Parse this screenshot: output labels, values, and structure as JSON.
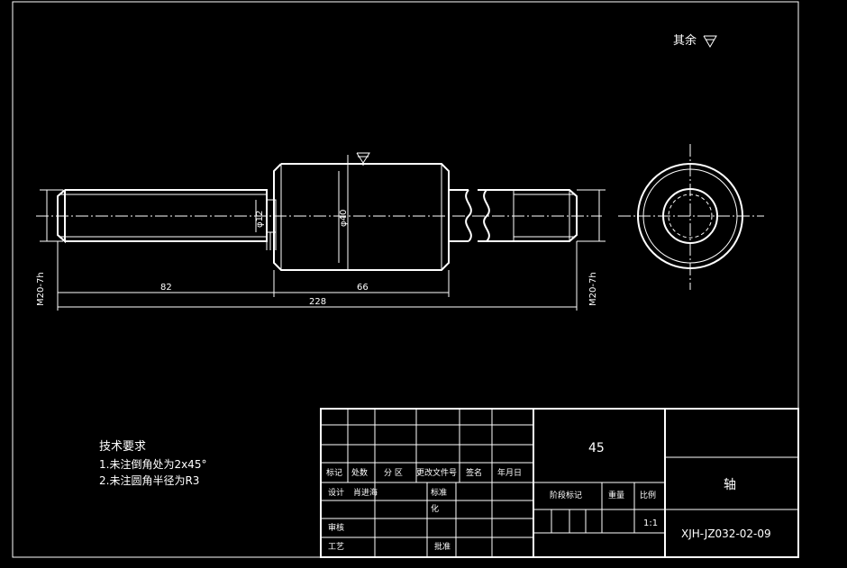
{
  "surface_finish": {
    "label": "其余"
  },
  "part": {
    "material": "45",
    "name": "轴",
    "drawing_no": "XJH-JZ032-02-09",
    "scale": "1:1"
  },
  "dimensions": {
    "thread_left": "M20-7h",
    "thread_right": "M20-7h",
    "dia_left": "φ12",
    "dia_mid": "φ40",
    "len_left": "82",
    "len_mid": "66",
    "len_total": "228"
  },
  "tech_req": {
    "title": "技术要求",
    "items": [
      "1.未注倒角处为2x45°",
      "2.未注圆角半径为R3"
    ]
  },
  "title_block": {
    "row_labels": [
      "标记",
      "处数",
      "分 区",
      "更改文件号",
      "签名",
      "年月日"
    ],
    "design_label": "设计",
    "designer": "肖进海",
    "standard_label": "标准",
    "standard_label2": "化",
    "review_label": "审核",
    "process_label": "工艺",
    "approve_label": "批准",
    "stage_label": "阶段标记",
    "weight_label": "重量",
    "scale_label": "比例"
  }
}
